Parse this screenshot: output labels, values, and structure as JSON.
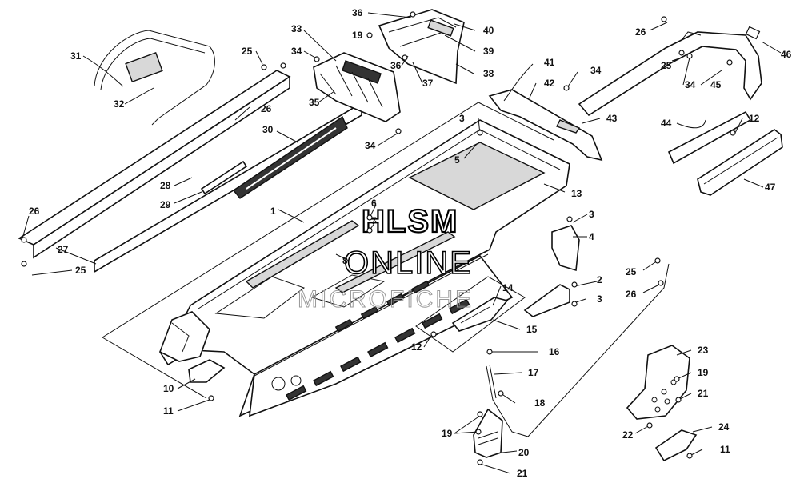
{
  "diagram": {
    "watermark": {
      "line1": "HLSM",
      "line2": "ONLINE",
      "line3": "MICROFICHE"
    },
    "callouts": [
      {
        "id": "c1",
        "label": "1"
      },
      {
        "id": "c2",
        "label": "2"
      },
      {
        "id": "c3a",
        "label": "3"
      },
      {
        "id": "c3b",
        "label": "3"
      },
      {
        "id": "c3c",
        "label": "3"
      },
      {
        "id": "c4",
        "label": "4"
      },
      {
        "id": "c5",
        "label": "5"
      },
      {
        "id": "c6",
        "label": "6"
      },
      {
        "id": "c7",
        "label": "7"
      },
      {
        "id": "c8",
        "label": "8"
      },
      {
        "id": "c10",
        "label": "10"
      },
      {
        "id": "c11a",
        "label": "11"
      },
      {
        "id": "c11b",
        "label": "11"
      },
      {
        "id": "c12a",
        "label": "12"
      },
      {
        "id": "c12b",
        "label": "12"
      },
      {
        "id": "c13",
        "label": "13"
      },
      {
        "id": "c14",
        "label": "14"
      },
      {
        "id": "c15",
        "label": "15"
      },
      {
        "id": "c16",
        "label": "16"
      },
      {
        "id": "c17",
        "label": "17"
      },
      {
        "id": "c18",
        "label": "18"
      },
      {
        "id": "c19a",
        "label": "19"
      },
      {
        "id": "c19b",
        "label": "19"
      },
      {
        "id": "c19c",
        "label": "19"
      },
      {
        "id": "c20",
        "label": "20"
      },
      {
        "id": "c21a",
        "label": "21"
      },
      {
        "id": "c21b",
        "label": "21"
      },
      {
        "id": "c22",
        "label": "22"
      },
      {
        "id": "c23",
        "label": "23"
      },
      {
        "id": "c24",
        "label": "24"
      },
      {
        "id": "c25a",
        "label": "25"
      },
      {
        "id": "c25b",
        "label": "25"
      },
      {
        "id": "c25c",
        "label": "25"
      },
      {
        "id": "c25d",
        "label": "25"
      },
      {
        "id": "c26a",
        "label": "26"
      },
      {
        "id": "c26b",
        "label": "26"
      },
      {
        "id": "c26c",
        "label": "26"
      },
      {
        "id": "c26d",
        "label": "26"
      },
      {
        "id": "c27",
        "label": "27"
      },
      {
        "id": "c28",
        "label": "28"
      },
      {
        "id": "c29",
        "label": "29"
      },
      {
        "id": "c30",
        "label": "30"
      },
      {
        "id": "c31",
        "label": "31"
      },
      {
        "id": "c32",
        "label": "32"
      },
      {
        "id": "c33",
        "label": "33"
      },
      {
        "id": "c34a",
        "label": "34"
      },
      {
        "id": "c34b",
        "label": "34"
      },
      {
        "id": "c34c",
        "label": "34"
      },
      {
        "id": "c34d",
        "label": "34"
      },
      {
        "id": "c35",
        "label": "35"
      },
      {
        "id": "c36a",
        "label": "36"
      },
      {
        "id": "c36b",
        "label": "36"
      },
      {
        "id": "c37",
        "label": "37"
      },
      {
        "id": "c38",
        "label": "38"
      },
      {
        "id": "c39",
        "label": "39"
      },
      {
        "id": "c40",
        "label": "40"
      },
      {
        "id": "c41",
        "label": "41"
      },
      {
        "id": "c42",
        "label": "42"
      },
      {
        "id": "c43",
        "label": "43"
      },
      {
        "id": "c44",
        "label": "44"
      },
      {
        "id": "c45",
        "label": "45"
      },
      {
        "id": "c46",
        "label": "46"
      },
      {
        "id": "c47",
        "label": "47"
      }
    ]
  }
}
